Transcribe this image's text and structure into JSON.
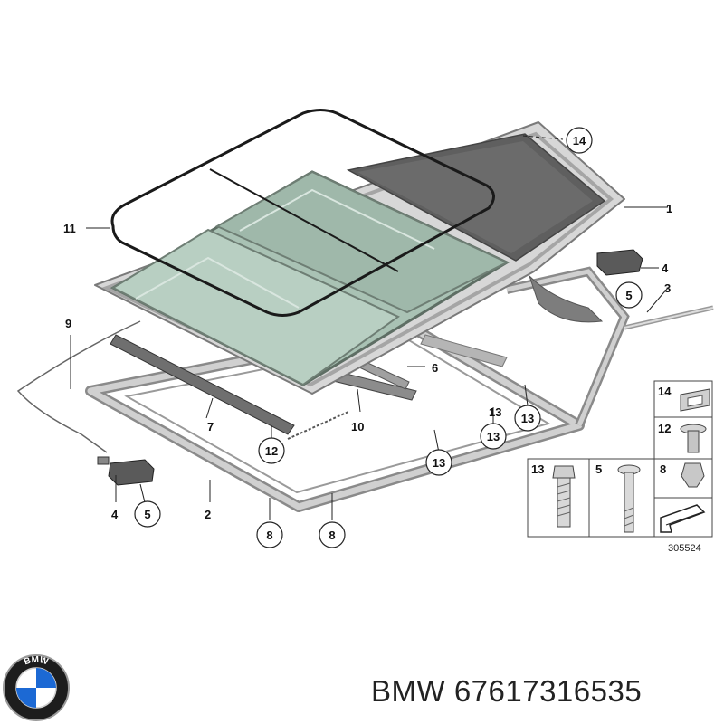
{
  "callouts": {
    "c1": "1",
    "c2": "2",
    "c3": "3",
    "c4a": "4",
    "c4b": "4",
    "c5a": "5",
    "c5b": "5",
    "c6": "6",
    "c7": "7",
    "c8a": "8",
    "c8b": "8",
    "c9": "9",
    "c10": "10",
    "c11": "11",
    "c12": "12",
    "c13a": "13",
    "c13b": "13",
    "c13c": "13",
    "c13d": "13",
    "c14": "14"
  },
  "legend": {
    "l14": "14",
    "l12": "12",
    "l13": "13",
    "l5": "5",
    "l8": "8"
  },
  "drawing_number": "305524",
  "footer": {
    "logo_text": "BMW",
    "title": "BMW 67617316535"
  },
  "colors": {
    "glass": "#a9c2b4",
    "frame": "#c9c9c9",
    "shade": "#5f5f5f",
    "logo_blue": "#1c69d4"
  }
}
